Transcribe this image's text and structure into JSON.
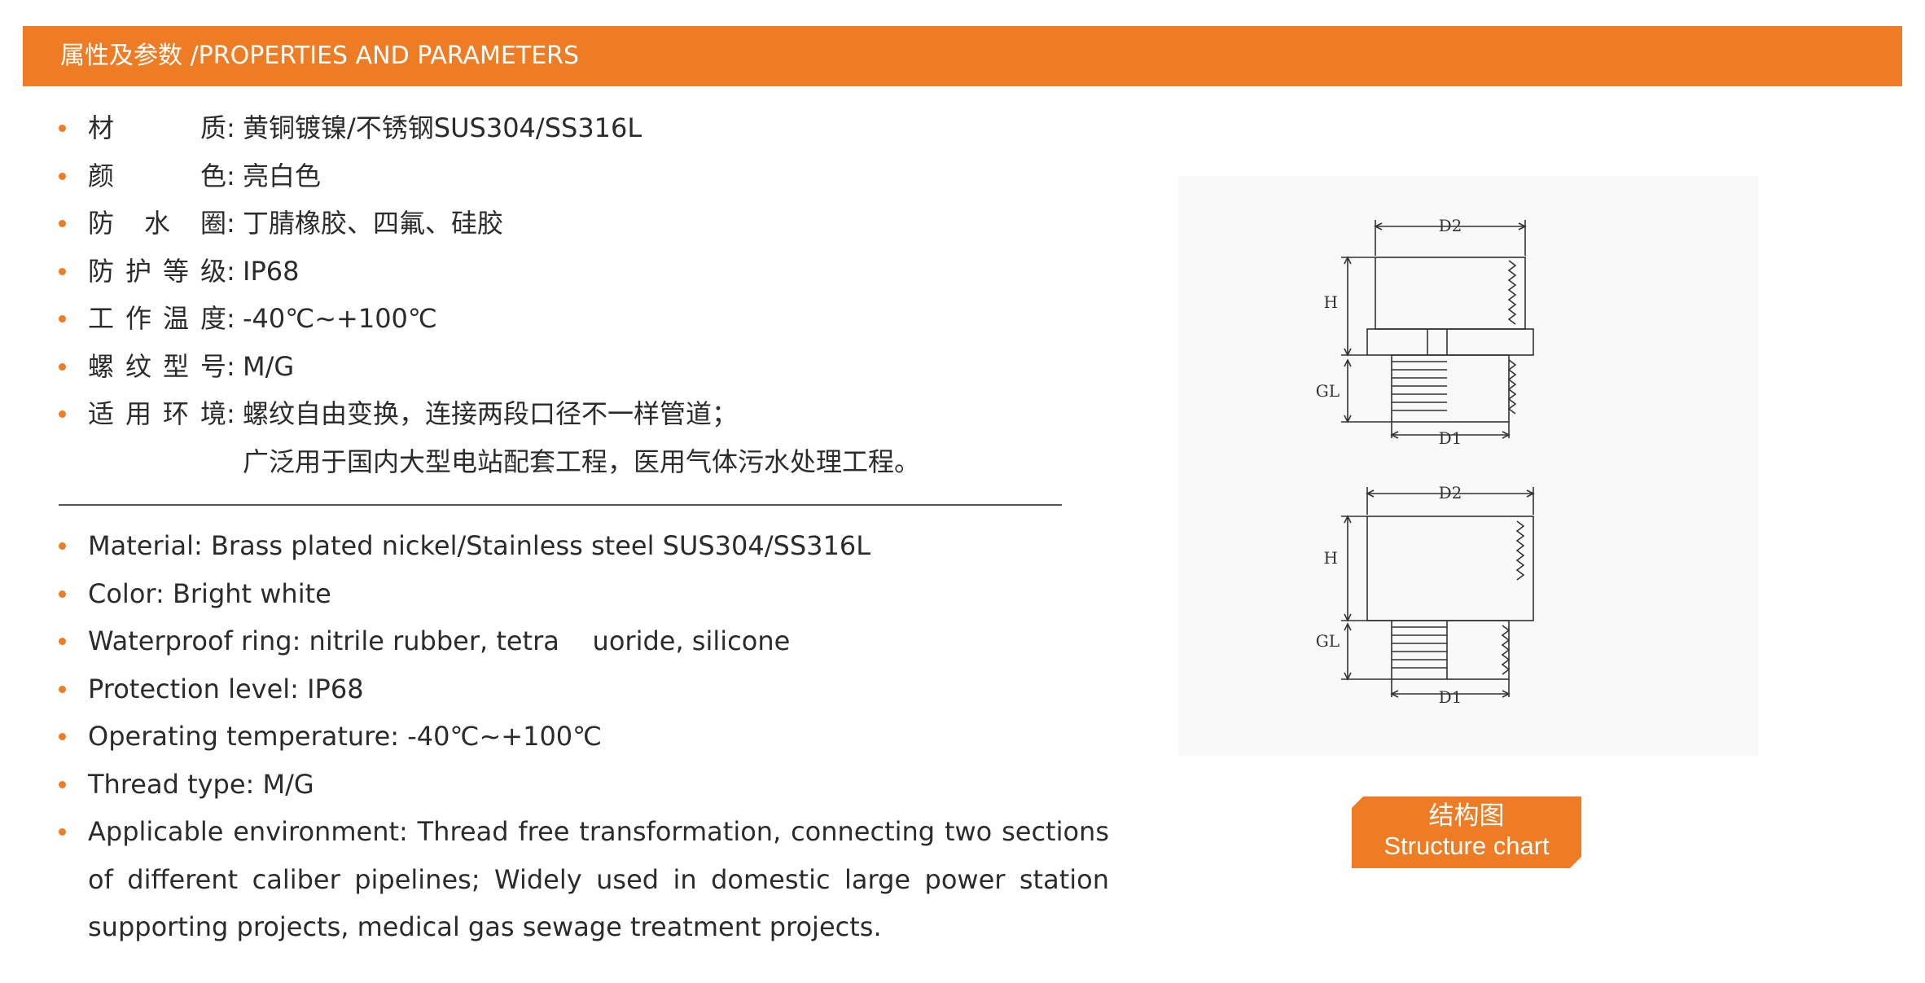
{
  "header": {
    "title": "属性及参数 /PROPERTIES AND PARAMETERS",
    "accent_color": "#ee7c25"
  },
  "properties_cn": [
    {
      "label": "材质",
      "value": "黄铜镀镍/不锈钢SUS304/SS316L"
    },
    {
      "label": "颜色",
      "value": "亮白色"
    },
    {
      "label": "防水圈",
      "value": "丁腈橡胶、四氟、硅胶"
    },
    {
      "label": "防护等级",
      "value": "IP68"
    },
    {
      "label": "工作温度",
      "value": "-40℃~+100℃"
    },
    {
      "label": "螺纹型号",
      "value": "M/G"
    },
    {
      "label": "适用环境",
      "value": "螺纹自由变换，连接两段口径不一样管道；",
      "value_line2": "广泛用于国内大型电站配套工程，医用气体污水处理工程。"
    }
  ],
  "properties_en": [
    "Material: Brass plated nickel/Stainless steel SUS304/SS316L",
    "Color: Bright white",
    "Waterproof ring: nitrile rubber, tetra    uoride, silicone",
    "Protection level: IP68",
    "Operating temperature: -40℃~+100℃",
    "Thread type: M/G",
    "Applicable environment: Thread free transformation, connecting two sections of different caliber pipelines; Widely used in domestic large power station supporting projects, medical gas sewage treatment projects."
  ],
  "drawing": {
    "dimension_labels": {
      "d2": "D2",
      "h": "H",
      "gl": "GL",
      "d1": "D1"
    }
  },
  "structure_chart": {
    "label_cn": "结构图",
    "label_en": "Structure chart"
  }
}
